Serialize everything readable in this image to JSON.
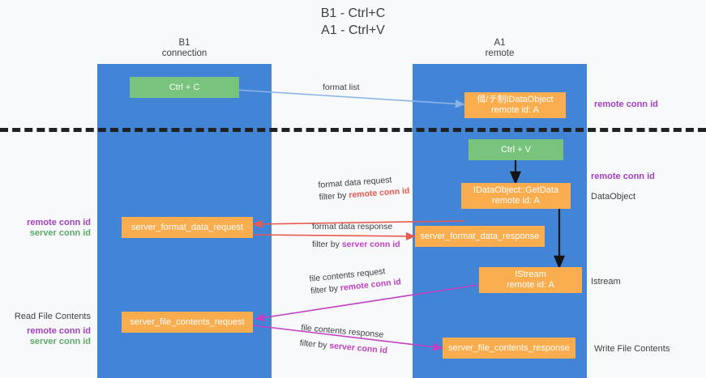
{
  "title": "B1 - Ctrl+C\nA1 - Ctrl+V",
  "columns": {
    "left": {
      "name": "B1",
      "sub": "connection",
      "label": "B1\nconnection"
    },
    "right": {
      "name": "A1",
      "sub": "remote",
      "label": "A1\nremote"
    }
  },
  "nodes": {
    "ctrl_c": "Ctrl + C",
    "idataobject": "偈/テ制IDataObject\nremote id: A",
    "ctrl_v": "Ctrl + V",
    "getdata": "IDataObject::GetData\nremote id: A",
    "server_format_data_request": "server_format_data_request",
    "server_format_data_response": "server_format_data_response",
    "istream": "IStream\nremote id: A",
    "server_file_contents_request": "server_file_contents_request",
    "server_file_contents_response": "server_file_contents_response"
  },
  "edges": {
    "format_list": "format list",
    "format_data_request": "format data request",
    "format_data_request_filter_prefix": "filter by ",
    "format_data_request_filter_key": "remote conn id",
    "format_data_response": "format data response",
    "format_data_response_filter_prefix": "filter by ",
    "format_data_response_filter_key": "server conn id",
    "file_contents_request": "file contents request",
    "file_contents_request_filter_prefix": "filter by ",
    "file_contents_request_filter_key": "remote conn id",
    "file_contents_response": "file contents response",
    "file_contents_response_filter_prefix": "filter by ",
    "file_contents_response_filter_key": "server conn id"
  },
  "annotations": {
    "right_remote_conn_id_top": "remote conn id",
    "right_remote_conn_id_mid": "remote conn id",
    "right_dataobject": "DataObject",
    "right_istream": "Istream",
    "right_write_file_contents": "Write File Contents",
    "left_remote_conn_id": "remote conn id",
    "left_server_conn_id": "server conn id",
    "left_read_file_contents": "Read File Contents",
    "left_remote_conn_id_2": "remote conn id",
    "left_server_conn_id_2": "server conn id"
  },
  "colors": {
    "lane": "#4285d6",
    "green_node": "#79c47d",
    "orange_node": "#f9ad4e",
    "purple": "#a23fbf",
    "green_text": "#5ea869",
    "red_arrow": "#e8594f",
    "magenta_arrow": "#c13fc1",
    "blue_arrow": "#8ab4e8",
    "divider": "#202124",
    "background": "#f8f9fa"
  }
}
